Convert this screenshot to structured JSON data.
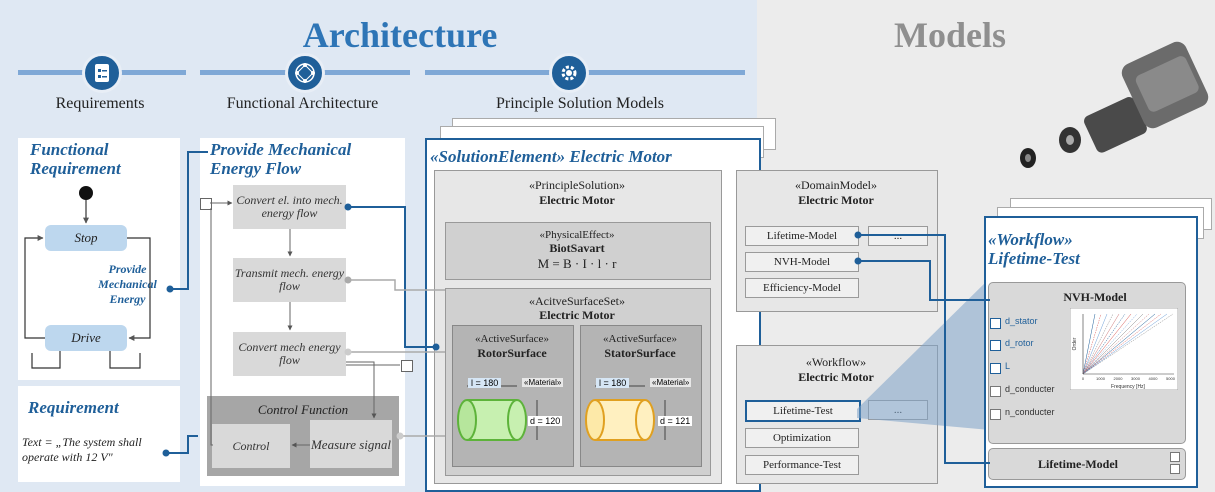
{
  "titles": {
    "architecture": "Architecture",
    "models": "Models"
  },
  "sections": {
    "requirements": "Requirements",
    "functional_architecture": "Functional Architecture",
    "principle_solution_models": "Principle Solution Models"
  },
  "functional_requirement": {
    "heading": "Functional Requirement",
    "state_stop": "Stop",
    "state_drive": "Drive",
    "transition_label": "Provide Mechanical Energy"
  },
  "requirement": {
    "heading": "Requirement",
    "text": "Text = „The system shall operate with 12 V\""
  },
  "energy_flow": {
    "heading": "Provide Mechanical Energy Flow",
    "node1": "Convert el. into mech. energy flow",
    "node2": "Transmit mech. energy flow",
    "node3": "Convert mech energy flow",
    "control_function": "Control Function",
    "control": "Control",
    "measure": "Measure signal"
  },
  "solution_element": {
    "heading": "«SolutionElement» Electric Motor",
    "principle_solution": {
      "stereotype": "«PrincipleSolution»",
      "name": "Electric Motor"
    },
    "physical_effect": {
      "stereotype": "«PhysicalEffect»",
      "name": "BiotSavart",
      "formula": "M = B · I · l · r"
    },
    "active_surface_set": {
      "stereotype": "«AcitveSurfaceSet»",
      "name": "Electric Motor"
    },
    "rotor": {
      "stereotype": "«ActiveSurface»",
      "name": "RotorSurface",
      "l": "l = 180",
      "d": "d = 120",
      "material": "«Material»"
    },
    "stator": {
      "stereotype": "«ActiveSurface»",
      "name": "StatorSurface",
      "l": "l = 180",
      "d": "d = 121",
      "material": "«Material»"
    },
    "domain_model": {
      "stereotype": "«DomainModel»",
      "name": "Electric Motor",
      "items": [
        "Lifetime-Model",
        "NVH-Model",
        "Efficiency-Model"
      ],
      "more": "..."
    },
    "workflow": {
      "stereotype": "«Workflow»",
      "name": "Electric Motor",
      "items": [
        "Lifetime-Test",
        "Optimization",
        "Performance-Test"
      ],
      "more": "..."
    }
  },
  "workflow_panel": {
    "heading": "«Workflow» Lifetime-Test",
    "nvh_title": "NVH-Model",
    "params": [
      "d_stator",
      "d_rotor",
      "L",
      "d_conducter",
      "n_conducter"
    ],
    "lifetime_title": "Lifetime-Model",
    "chart_xlabel": "Frequency [Hz]",
    "chart_ylabel": "Order",
    "chart_xticks": [
      "0",
      "1000",
      "2000",
      "3000",
      "4000",
      "5000"
    ]
  },
  "colors": {
    "accent": "#1f5f99",
    "arch_bg": "#dfe8f3",
    "models_bg": "#ececec",
    "state": "#bdd7ee",
    "node": "#d9d9d9"
  }
}
